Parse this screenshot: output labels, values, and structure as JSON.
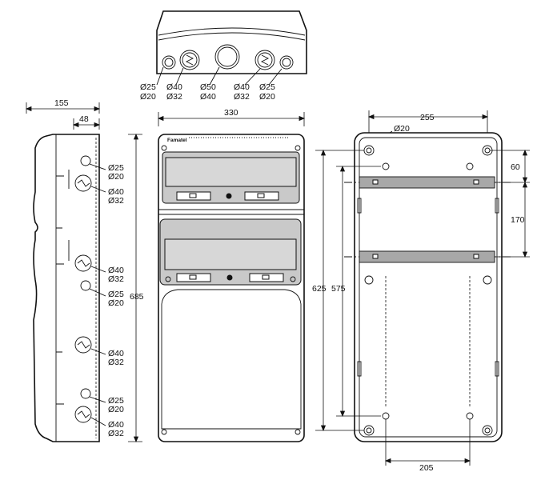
{
  "brand": "Famatel",
  "top_view_labels": [
    {
      "id": "d25-20-left",
      "lines": [
        "Ø25",
        "Ø20"
      ]
    },
    {
      "id": "d40-32-left",
      "lines": [
        "Ø40",
        "Ø32"
      ]
    },
    {
      "id": "d50-40",
      "lines": [
        "Ø50",
        "Ø40"
      ]
    },
    {
      "id": "d40-32-right",
      "lines": [
        "Ø40",
        "Ø32"
      ]
    },
    {
      "id": "d25-20-right",
      "lines": [
        "Ø25",
        "Ø20"
      ]
    }
  ],
  "side_view": {
    "depth": "155",
    "offset": "48",
    "height": "685",
    "labels": [
      [
        "Ø25",
        "Ø20"
      ],
      [
        "Ø40",
        "Ø32"
      ],
      [
        "Ø40",
        "Ø32"
      ],
      [
        "Ø25",
        "Ø20"
      ],
      [
        "Ø40",
        "Ø32"
      ],
      [
        "Ø25",
        "Ø20"
      ],
      [
        "Ø40",
        "Ø32"
      ]
    ]
  },
  "front_view": {
    "width": "330"
  },
  "back_view": {
    "hole_spacing": "255",
    "hole_diameter": "Ø20",
    "top_offset": "60",
    "rail_spacing": "170",
    "outer_height": "625",
    "inner_height": "575",
    "bottom_spacing": "205"
  }
}
